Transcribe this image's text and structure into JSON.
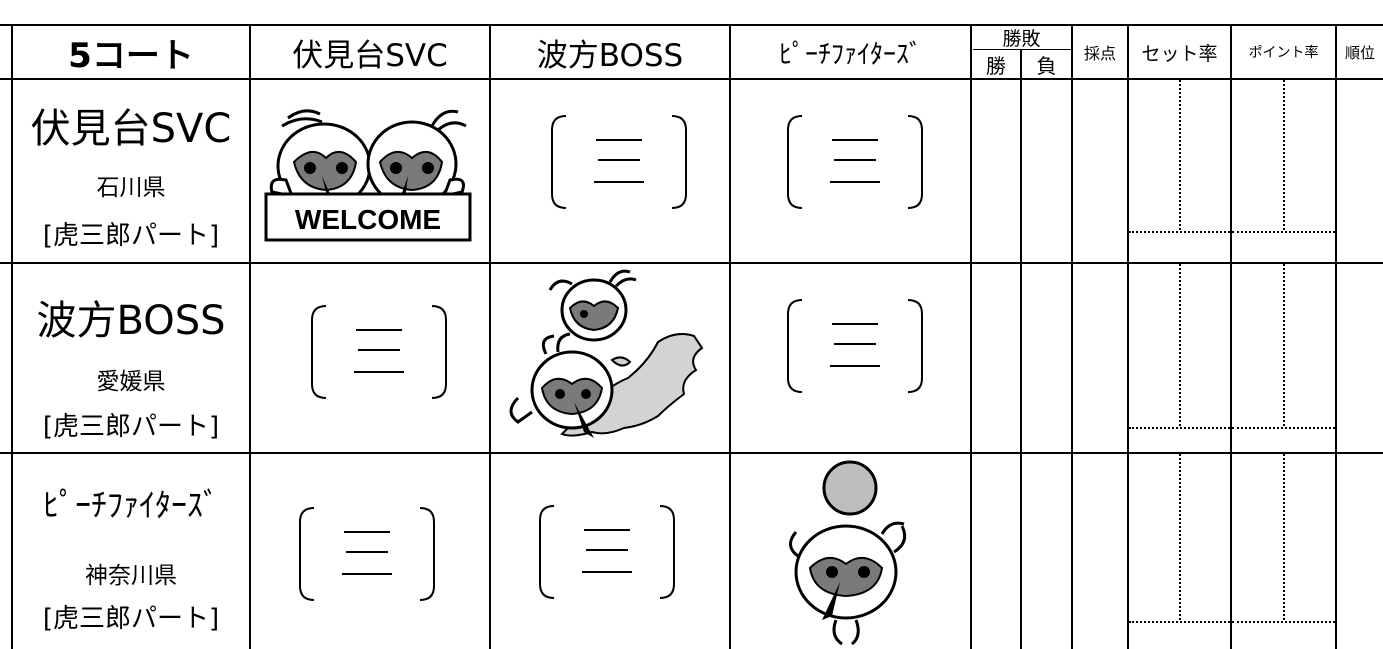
{
  "page_title": "5コート",
  "headers": {
    "court": "5コート",
    "team1": "伏見台SVC",
    "team2": "波方BOSS",
    "team3": "ﾋﾟｰﾁﾌｧｲﾀｰｽﾞ",
    "winloss": "勝敗",
    "win": "勝",
    "loss": "負",
    "score": "採点",
    "set_rate": "セット率",
    "point_rate": "ポイント率",
    "rank": "順位"
  },
  "rows": [
    {
      "team": "伏見台SVC",
      "prefecture": "石川県",
      "part": "[虎三郎パート]"
    },
    {
      "team": "波方BOSS",
      "prefecture": "愛媛県",
      "part": "[虎三郎パート]"
    },
    {
      "team": "ﾋﾟｰﾁﾌｧｲﾀｰｽﾞ",
      "prefecture": "神奈川県",
      "part": "[虎三郎パート]"
    }
  ],
  "welcome_sign": "WELCOME",
  "icons": {
    "match_cell": "bracket-three-icon",
    "mascot": "bird-mascot-icon"
  },
  "colors": {
    "line": "#000000",
    "map_fill": "#d3d3d3",
    "ball_fill": "#bdbdbd"
  }
}
